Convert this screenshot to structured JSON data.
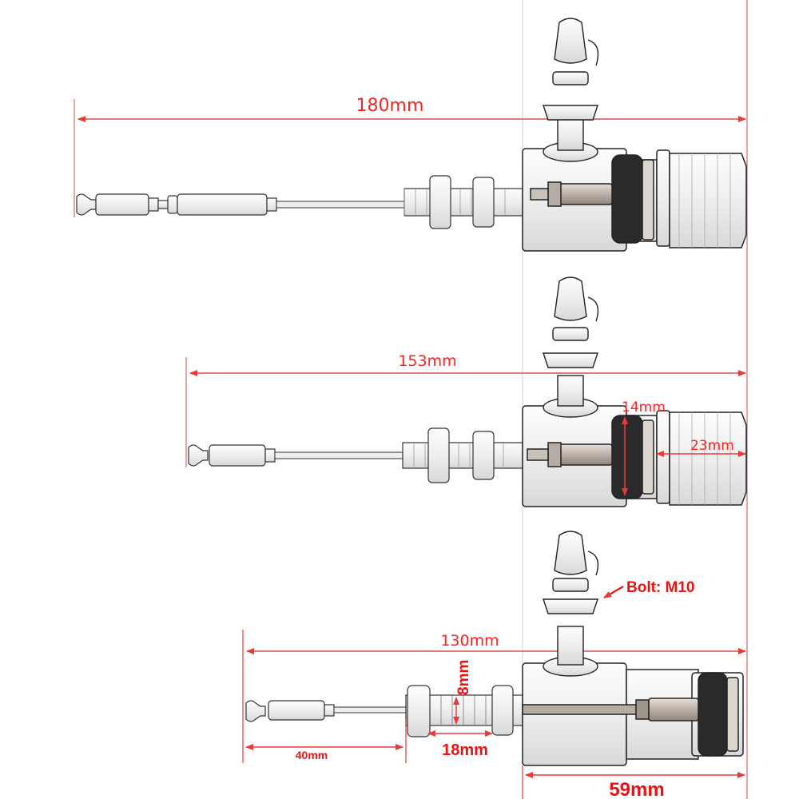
{
  "diagram": {
    "subject": "Hydraulic clutch master cylinder with push rod — three length variants",
    "colors": {
      "dimension_line": "#e06666",
      "dimension_text": "#ff2020",
      "callout_text": "#ee1111",
      "reference_line": "#cccccc",
      "body_fill": "#f4f4f4",
      "body_outline": "#222222",
      "seal": "#2a2a2a",
      "piston": "#c8bfb6"
    },
    "variants": [
      {
        "id": "variant-180",
        "overall_length_label": "180mm",
        "overall_length_mm": 180
      },
      {
        "id": "variant-153",
        "overall_length_label": "153mm",
        "overall_length_mm": 153,
        "seal_diameter_label": "14mm",
        "cap_length_label": "23mm"
      },
      {
        "id": "variant-130",
        "overall_length_label": "130mm",
        "overall_length_mm": 130,
        "bolt_callout": "Bolt: M10",
        "thread_diameter_label": "8mm",
        "thread_length_label": "18mm",
        "rod_end_length_label": "40mm",
        "body_length_label": "59mm"
      }
    ]
  }
}
